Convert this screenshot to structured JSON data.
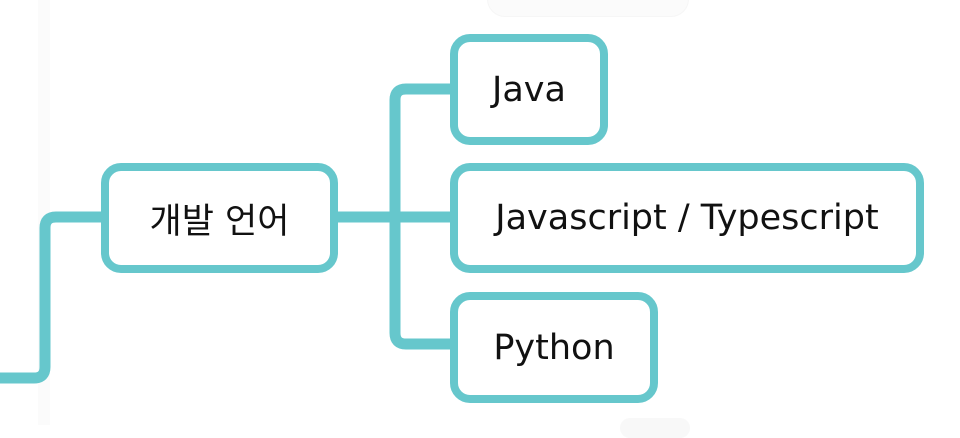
{
  "diagram": {
    "type": "mind-map",
    "accent_color": "#66C7CC",
    "text_color": "#111111",
    "background_color": "#FFFFFF",
    "root": {
      "label": "개발 언어",
      "children": [
        {
          "label": "Java"
        },
        {
          "label": "Javascript / Typescript"
        },
        {
          "label": "Python"
        }
      ]
    }
  }
}
